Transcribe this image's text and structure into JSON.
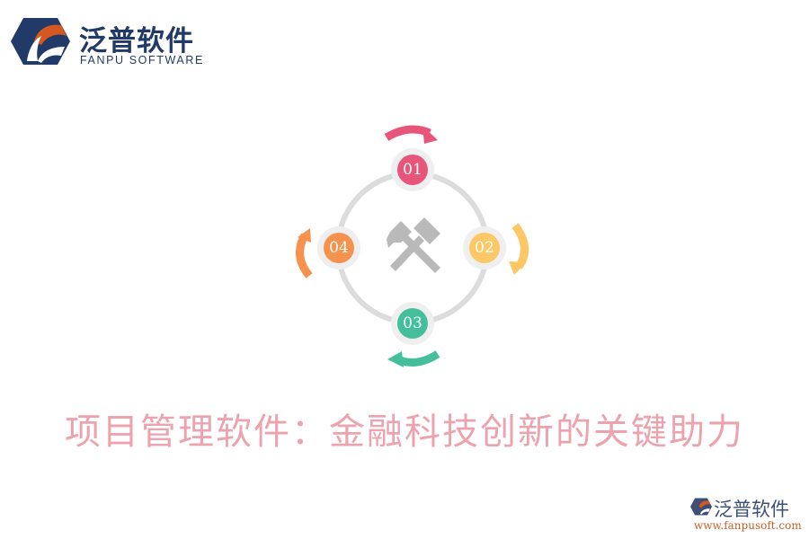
{
  "logo": {
    "name_cn": "泛普软件",
    "name_en": "FANPU SOFTWARE",
    "colors": {
      "navy": "#213a67",
      "orange": "#d4581f"
    }
  },
  "diagram": {
    "center_icon": "crossed-hammers-icon",
    "ring_color": "#dcdcdc",
    "nodes": [
      {
        "label": "01",
        "color": "#e8557a",
        "arrow": "clockwise-arrow-top"
      },
      {
        "label": "02",
        "color": "#fcc865",
        "arrow": "clockwise-arrow-right"
      },
      {
        "label": "03",
        "color": "#44bf9c",
        "arrow": "clockwise-arrow-bottom"
      },
      {
        "label": "04",
        "color": "#f4924e",
        "arrow": "clockwise-arrow-left"
      }
    ]
  },
  "headline": "项目管理软件：金融科技创新的关键助力",
  "watermark": {
    "name_cn": "泛普软件",
    "url": "www.fanpusoft.com"
  }
}
